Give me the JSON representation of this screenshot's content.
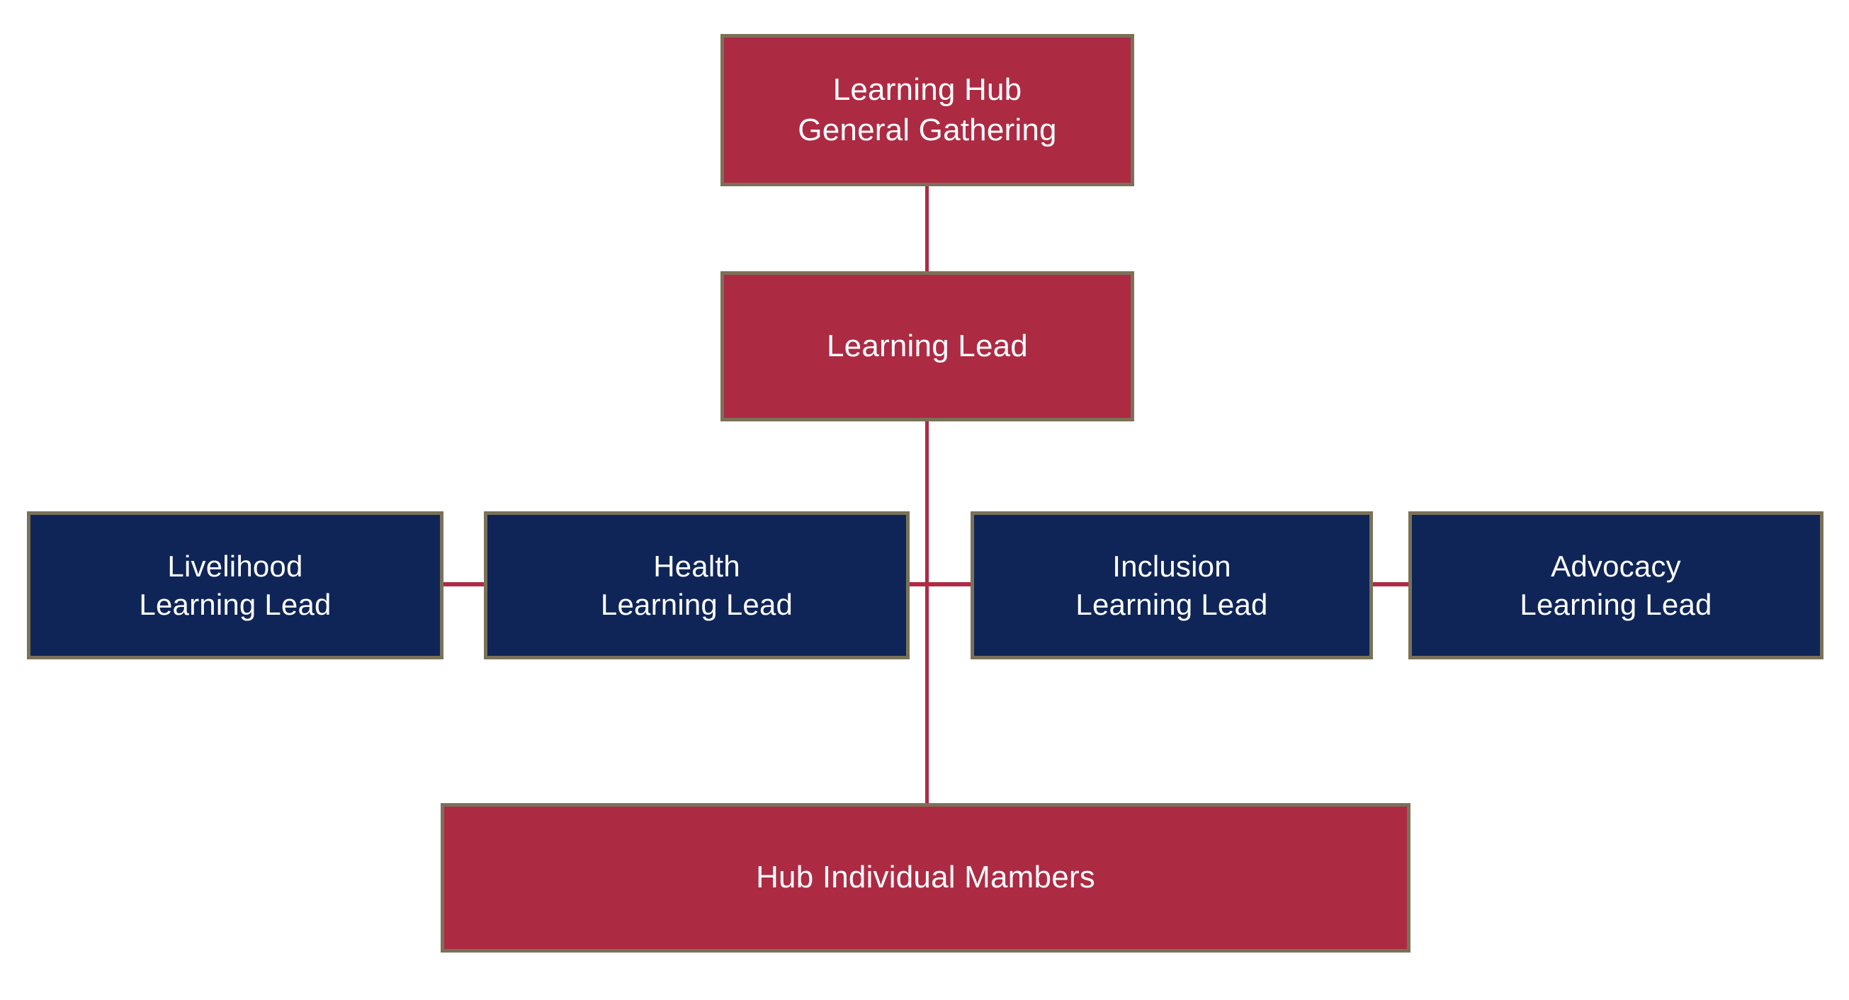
{
  "chart_data": {
    "type": "diagram",
    "diagram_type": "organizational-chart",
    "title": "",
    "nodes": [
      {
        "id": "general-gathering",
        "label": "Learning Hub\nGeneral Gathering",
        "color": "#ad2a43",
        "level": 0
      },
      {
        "id": "learning-lead",
        "label": "Learning Lead",
        "color": "#ad2a43",
        "level": 1
      },
      {
        "id": "livelihood",
        "label": "Livelihood\nLearning Lead",
        "color": "#0f2557",
        "level": 2
      },
      {
        "id": "health",
        "label": "Health\nLearning Lead",
        "color": "#0f2557",
        "level": 2
      },
      {
        "id": "inclusion",
        "label": "Inclusion\nLearning Lead",
        "color": "#0f2557",
        "level": 2
      },
      {
        "id": "advocacy",
        "label": "Advocacy\nLearning Lead",
        "color": "#0f2557",
        "level": 2
      },
      {
        "id": "hub-members",
        "label": "Hub Individual Mambers",
        "color": "#ad2a43",
        "level": 3
      }
    ],
    "edges": [
      {
        "from": "general-gathering",
        "to": "learning-lead",
        "orientation": "vertical"
      },
      {
        "from": "learning-lead",
        "to": "hub-members",
        "orientation": "vertical"
      },
      {
        "from": "livelihood",
        "to": "health",
        "orientation": "horizontal"
      },
      {
        "from": "health",
        "to": "learning-lead-trunk",
        "orientation": "horizontal"
      },
      {
        "from": "learning-lead-trunk",
        "to": "inclusion",
        "orientation": "horizontal"
      },
      {
        "from": "inclusion",
        "to": "advocacy",
        "orientation": "horizontal"
      }
    ]
  },
  "nodes": {
    "general_gathering": {
      "label": "Learning Hub\nGeneral Gathering"
    },
    "learning_lead": {
      "label": "Learning Lead"
    },
    "livelihood": {
      "label": "Livelihood\nLearning Lead"
    },
    "health": {
      "label": "Health\nLearning Lead"
    },
    "inclusion": {
      "label": "Inclusion\nLearning Lead"
    },
    "advocacy": {
      "label": "Advocacy\nLearning Lead"
    },
    "hub_members": {
      "label": "Hub Individual Mambers"
    }
  },
  "colors": {
    "red": "#ad2a43",
    "navy": "#0f2557",
    "border": "#7a7158",
    "connector": "#b02a44",
    "text": "#ffffff",
    "background": "#ffffff"
  }
}
